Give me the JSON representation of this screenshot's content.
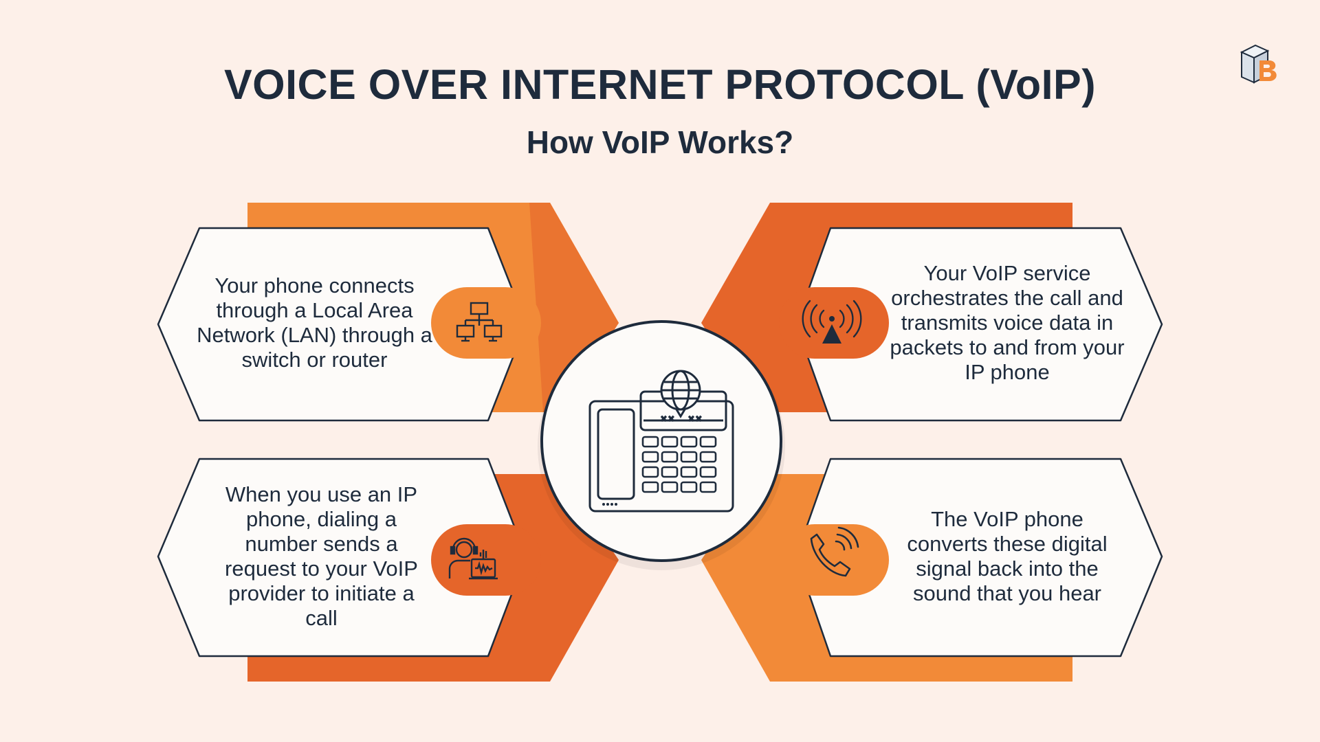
{
  "header": {
    "title": "VOICE OVER INTERNET PROTOCOL (VoIP)",
    "subtitle": "How VoIP Works?"
  },
  "colors": {
    "background": "#fdf0e9",
    "orange_light": "#f28a38",
    "orange_dark": "#e5652a",
    "card_fill": "#fdfbf9",
    "outline": "#1e2b3c"
  },
  "steps": [
    {
      "text": "Your phone connects through a Local Area Network (LAN) through a switch or router",
      "icon": "network-lan-icon"
    },
    {
      "text": "Your VoIP service orchestrates the call and transmits voice data in packets to and from your IP phone",
      "icon": "broadcast-tower-icon"
    },
    {
      "text": "When you use an IP phone, dialing a number sends a request to your VoIP provider to initiate a call",
      "icon": "operator-headset-icon"
    },
    {
      "text": "The VoIP phone converts these digital signal back into the sound that you hear",
      "icon": "phone-ringing-icon"
    }
  ],
  "center_icon": "ip-desk-phone-icon",
  "logo_icon": "brand-logo-icon"
}
